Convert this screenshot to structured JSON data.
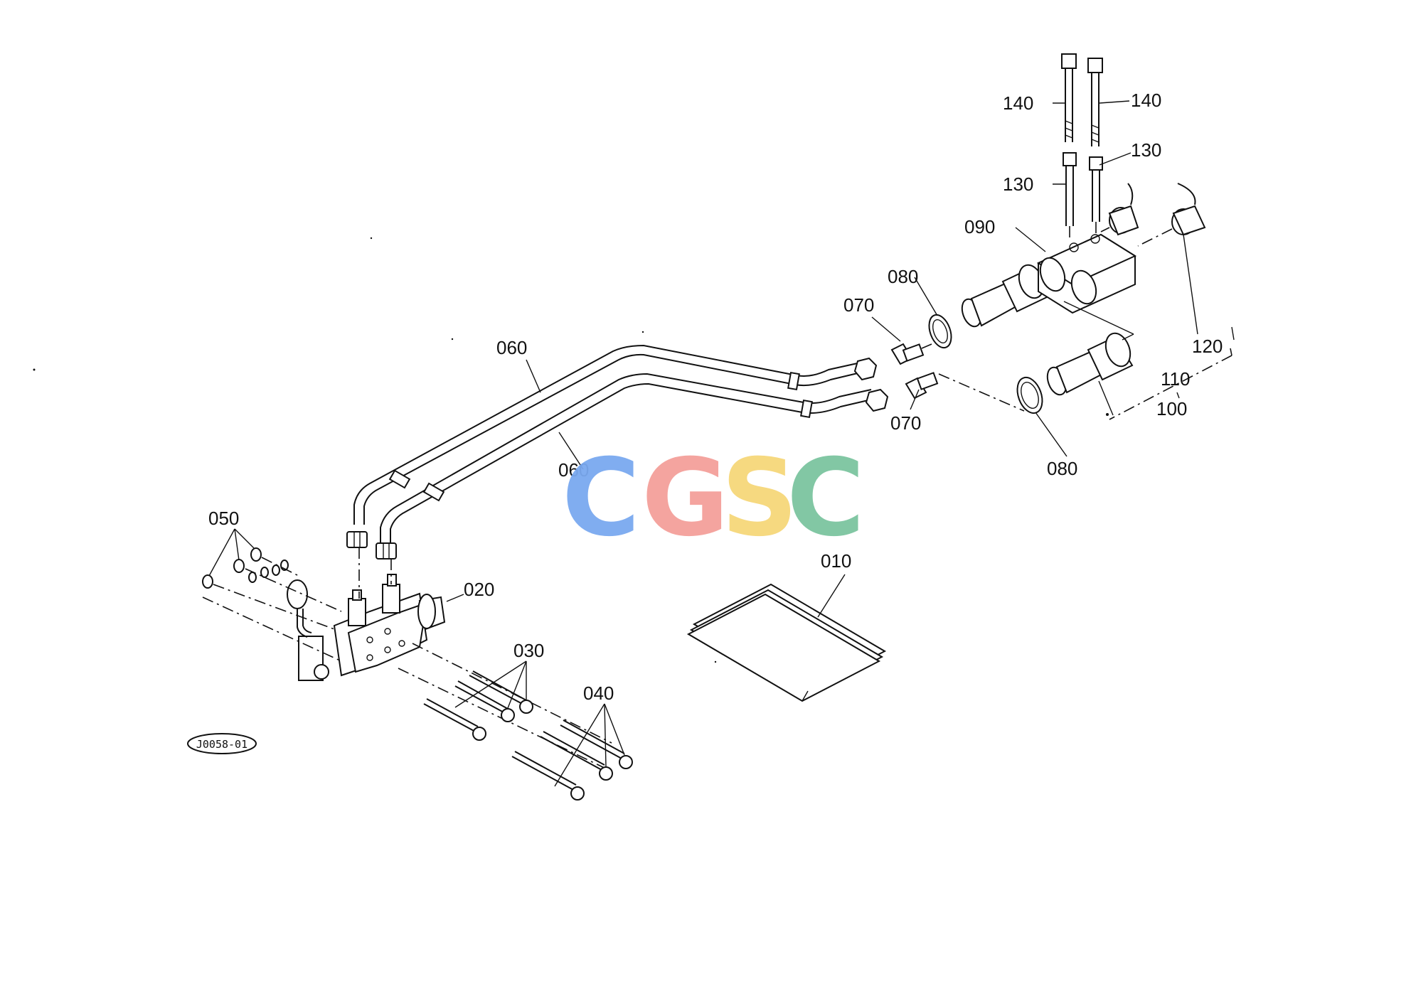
{
  "diagram": {
    "drawing_code": "J0058-01",
    "callouts": {
      "p010": "010",
      "p020": "020",
      "p030": "030",
      "p040": "040",
      "p050": "050",
      "p060a": "060",
      "p060b": "060",
      "p070a": "070",
      "p070b": "070",
      "p080a": "080",
      "p080b": "080",
      "p090": "090",
      "p100": "100",
      "p110": "110",
      "p120": "120",
      "p130a": "130",
      "p130b": "130",
      "p140a": "140",
      "p140b": "140"
    }
  },
  "watermark": {
    "letters": [
      "C",
      "G",
      "S",
      "C"
    ],
    "colors": [
      "#7aa9f0",
      "#f4a09a",
      "#f6d77a",
      "#7cc5a0"
    ]
  }
}
